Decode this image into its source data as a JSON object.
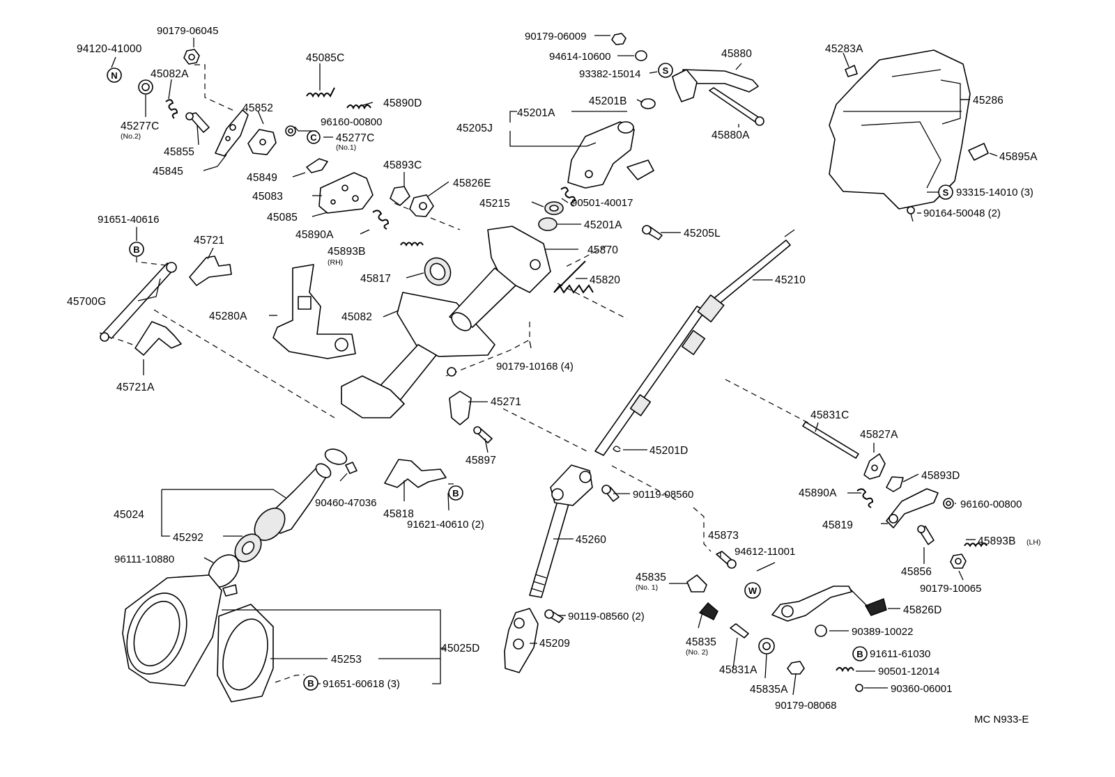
{
  "labels": {
    "p94120": "94120-41000",
    "p90179_06045": "90179-06045",
    "p45082A": "45082A",
    "p45277C_2": "45277C",
    "p45277C_2_sub": "(No.2)",
    "p45855": "45855",
    "p45845": "45845",
    "p45852": "45852",
    "p45085C": "45085C",
    "p45890D": "45890D",
    "p96160_a": "96160-00800",
    "p45277C_1": "45277C",
    "p45277C_1_sub": "(No.1)",
    "p45849": "45849",
    "p45083": "45083",
    "p45085": "45085",
    "p45893C": "45893C",
    "p45826E": "45826E",
    "p45890A_a": "45890A",
    "p45893B_rh": "45893B",
    "p45893B_rh_sub": "(RH)",
    "p91651_40616": "91651-40616",
    "p45721": "45721",
    "p45700G": "45700G",
    "p45721A": "45721A",
    "p45280A": "45280A",
    "p45817": "45817",
    "p45082": "45082",
    "p90179_10168": "90179-10168 (4)",
    "p45271": "45271",
    "p45897": "45897",
    "p45024": "45024",
    "p45292": "45292",
    "p90460": "90460-47036",
    "p45818": "45818",
    "p91621": "91621-40610 (2)",
    "p96111": "96111-10880",
    "p45253": "45253",
    "p45025D": "45025D",
    "p91651_60618": "91651-60618 (3)",
    "p90179_06009": "90179-06009",
    "p94614": "94614-10600",
    "p93382": "93382-15014",
    "p45880": "45880",
    "p45880A": "45880A",
    "p45201B": "45201B",
    "p45201A_a": "45201A",
    "p45205J": "45205J",
    "p45215": "45215",
    "p90501_40017": "90501-40017",
    "p45201A_b": "45201A",
    "p45205L": "45205L",
    "p45870": "45870",
    "p45820": "45820",
    "p45283A": "45283A",
    "p45286": "45286",
    "p45895A": "45895A",
    "p93315": "93315-14010 (3)",
    "p90164": "90164-50048 (2)",
    "p45210": "45210",
    "p45201D": "45201D",
    "p90119_a": "90119-08560",
    "p45260": "45260",
    "p90119_b": "90119-08560 (2)",
    "p45209": "45209",
    "p45873": "45873",
    "p94612": "94612-11001",
    "p45835_1": "45835",
    "p45835_1_sub": "(No. 1)",
    "p45835_2": "45835",
    "p45835_2_sub": "(No. 2)",
    "p45831A": "45831A",
    "p45835A": "45835A",
    "p90179_08068": "90179-08068",
    "p45831C": "45831C",
    "p45827A": "45827A",
    "p45893D": "45893D",
    "p45890A_b": "45890A",
    "p96160_b": "96160-00800",
    "p45819": "45819",
    "p45893B_lh": "45893B",
    "p45893B_lh_sub": "(LH)",
    "p45856": "45856",
    "p90179_10065": "90179-10065",
    "p45826D": "45826D",
    "p90389": "90389-10022",
    "p91611": "91611-61030",
    "p90501_12014": "90501-12014",
    "p90360": "90360-06001",
    "footer": "MC  N933-E"
  },
  "symbols": {
    "n": "N",
    "c": "C",
    "b": "B",
    "s": "S",
    "w": "W"
  }
}
